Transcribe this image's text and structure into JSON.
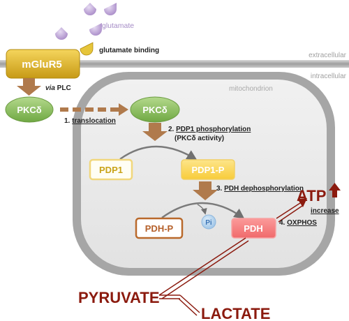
{
  "ligand": {
    "name": "glutamate",
    "binding_label": "glutamate binding"
  },
  "membrane": {
    "extracellular_label": "extracellular",
    "intracellular_label": "intracellular"
  },
  "receptor": {
    "label": "mGluR5"
  },
  "via_plc": {
    "italic": "via",
    "rest": " PLC"
  },
  "pkc_cytosol": {
    "label": "PKCδ"
  },
  "pkc_mito": {
    "label": "PKCδ"
  },
  "mitochondrion": {
    "label": "mitochondrion"
  },
  "steps": {
    "translocation": {
      "num": "1. ",
      "text": "translocation"
    },
    "phosphorylation": {
      "num": "2. ",
      "text": "PDP1 phosphorylation",
      "sub": "(PKCδ activity)"
    },
    "dephosphorylation": {
      "num": "3. ",
      "text": "PDH dephosphorylation"
    },
    "oxphos": {
      "num": "4. ",
      "text": "OXPHOS"
    }
  },
  "pdp1": {
    "label": "PDP1"
  },
  "pdp1_p": {
    "label": "PDP1-P"
  },
  "pdh_p": {
    "label": "PDH-P"
  },
  "pdh": {
    "label": "PDH"
  },
  "pi": {
    "label": "Pi"
  },
  "atp": {
    "label": "ATP",
    "increase_label": "increase"
  },
  "metabolites": {
    "pyruvate": "PYRUVATE",
    "lactate": "LACTATE"
  },
  "colors": {
    "receptor": "#d4ad2a",
    "pkc": "#8cbf5a",
    "brown_arrow": "#b07a4c",
    "dark_red": "#8b1a0e",
    "pdh": "#f3797a",
    "pdp1_p": "#fad64a",
    "ligand": "#b89fd4",
    "membrane": "#b5b5b5"
  }
}
